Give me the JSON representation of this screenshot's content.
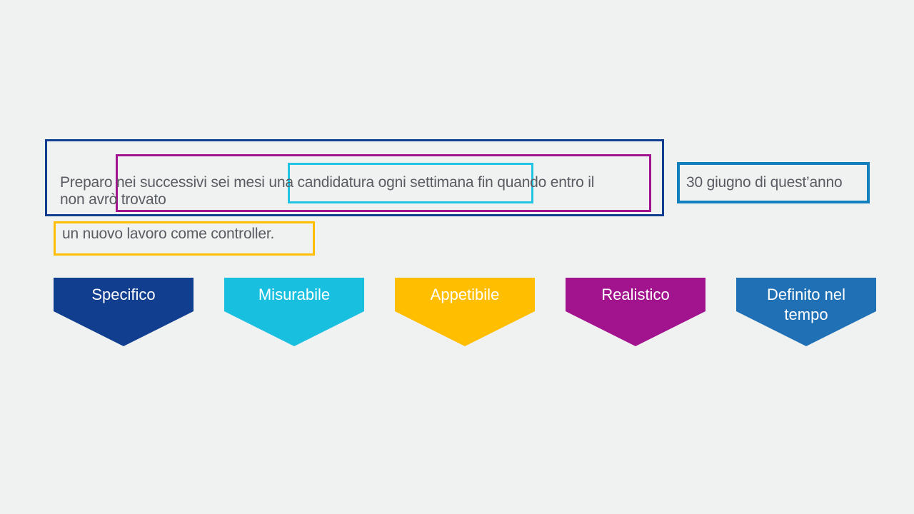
{
  "slide": {
    "background": "#F0F1F1",
    "sentence": {
      "color": "#595D63",
      "line1_main": "Preparo nei successivi sei mesi una candidatura ogni settimana fin quando entro il",
      "line1_date": "30 giugno di quest’anno",
      "line2": "non avrò trovato",
      "line3": "un nuovo lavoro come controller."
    },
    "highlight_boxes": {
      "specifico": {
        "color": "#123E8F"
      },
      "realistico": {
        "color": "#A2138E"
      },
      "misurabile": {
        "color": "#22C4E4"
      },
      "definito_tempo": {
        "color": "#1380BE"
      },
      "appetibile": {
        "color": "#FFBE00"
      }
    },
    "smart_arrows": {
      "text_color": "#FFFFFF",
      "items": [
        {
          "label": "Specifico",
          "color": "#123E8F"
        },
        {
          "label": "Misurabile",
          "color": "#19BFDF"
        },
        {
          "label": "Appetibile",
          "color": "#FFBE00"
        },
        {
          "label": "Realistico",
          "color": "#A2138E"
        },
        {
          "label": "Definito nel tempo",
          "color": "#1F70B5"
        }
      ]
    }
  }
}
